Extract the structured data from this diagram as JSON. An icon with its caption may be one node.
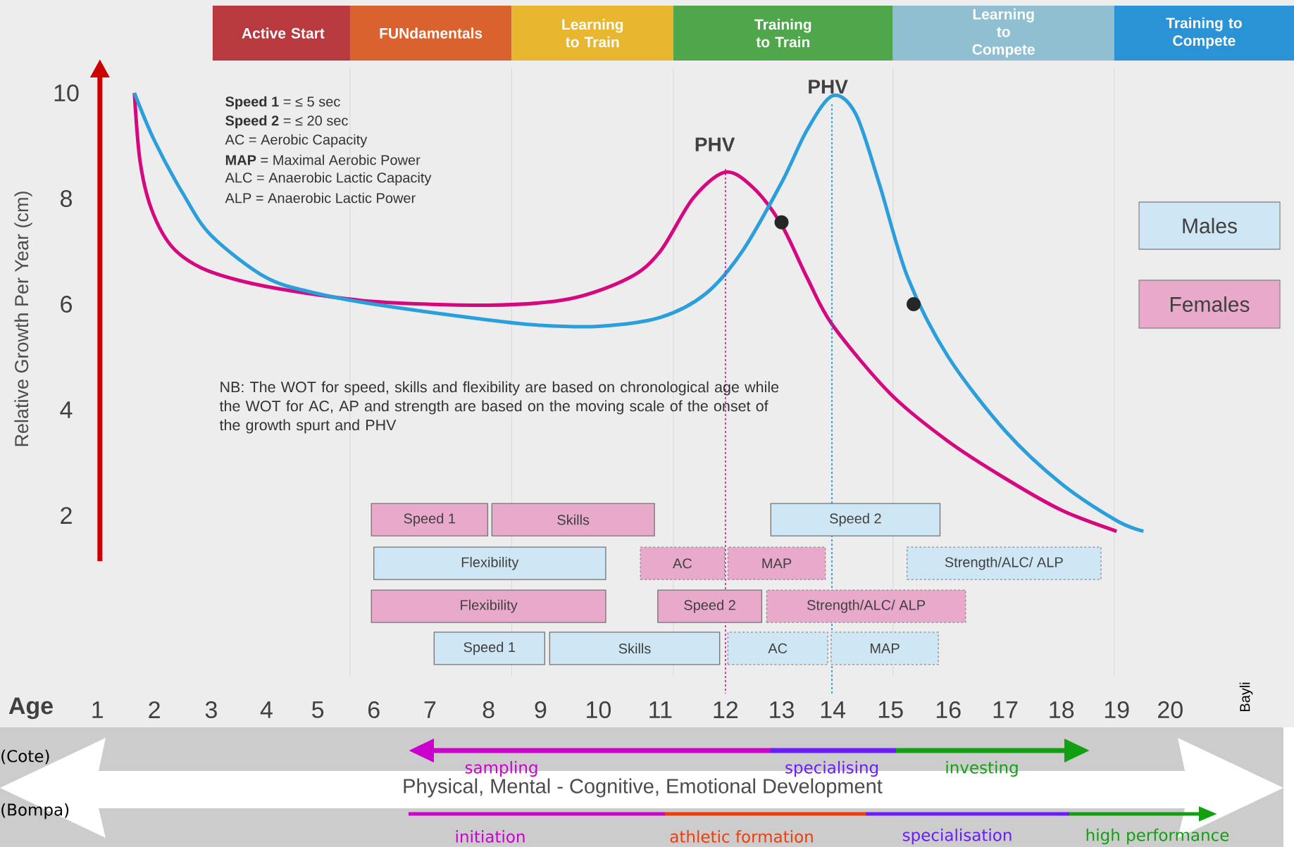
{
  "diagram": {
    "nodes": [
      {
        "text": [
          "Active Start"
        ]
      },
      {
        "text": [
          "FUNdamentals"
        ]
      },
      {
        "text": [
          "Learning to Train"
        ]
      },
      {
        "text": [
          "Training to Train"
        ]
      },
      {
        "text": [
          "Learning to Compete"
        ]
      },
      {
        "text": [
          "Training to Compete"
        ]
      },
      {
        "text": [
          "Speed 1"
        ]
      },
      {
        "text": [
          "Skills"
        ]
      },
      {
        "text": [
          "Speed 2"
        ]
      },
      {
        "text": [
          "Flexibility"
        ]
      },
      {
        "text": [
          "AC"
        ]
      },
      {
        "text": [
          "MAP"
        ]
      },
      {
        "text": [
          "Strength/ALC/ ALP"
        ]
      },
      {
        "text": [
          "Flexibility"
        ]
      },
      {
        "text": [
          "Speed 2"
        ]
      },
      {
        "text": [
          "Strength/ALC/ ALP"
        ]
      },
      {
        "text": [
          "Speed 1"
        ]
      },
      {
        "text": [
          "Skills"
        ]
      },
      {
        "text": [
          "AC"
        ]
      },
      {
        "text": [
          "MAP"
        ]
      },
      {
        "text": [
          "Physical, Mental - Cognitive, Emotional Development"
        ]
      }
    ],
    "labels": [
      "**Speed 1** = ≤ 5 sec",
      "**Speed 2** = ≤ 20 sec",
      "AC = Aerobic Capacity",
      "**MAP** = Maximal Aerobic Power",
      "ALC = Anaerobic Lactic Capacity",
      "ALP = Anaerobic Lactic Power",
      "PHV",
      "PHV",
      "Relative Growth Per Year (cm)",
      "10",
      "8",
      "6",
      "4",
      "2",
      "NB: The WOT for speed, skills and flexibility are based on chronological age while the WOT for AC, AP and strength are based on the moving scale of the onset of the growth spurt and PHV",
      "Age",
      "1",
      "2",
      "3",
      "4",
      "5",
      "6",
      "7",
      "8",
      "9",
      "10",
      "11",
      "12",
      "13",
      "14",
      "15",
      "16",
      "17",
      "18",
      "19",
      "20",
      "Bayli",
      "(Cote)",
      "sampling",
      "specialising",
      "investing",
      "(Bompa)",
      "initiation",
      "athletic formation",
      "specialisation",
      "high performance"
    ],
    "legend": [
      {
        "text": "Males",
        "color": "#cfe7f4"
      },
      {
        "text": "Females",
        "color": "#e8a9cb"
      }
    ]
  }
}
